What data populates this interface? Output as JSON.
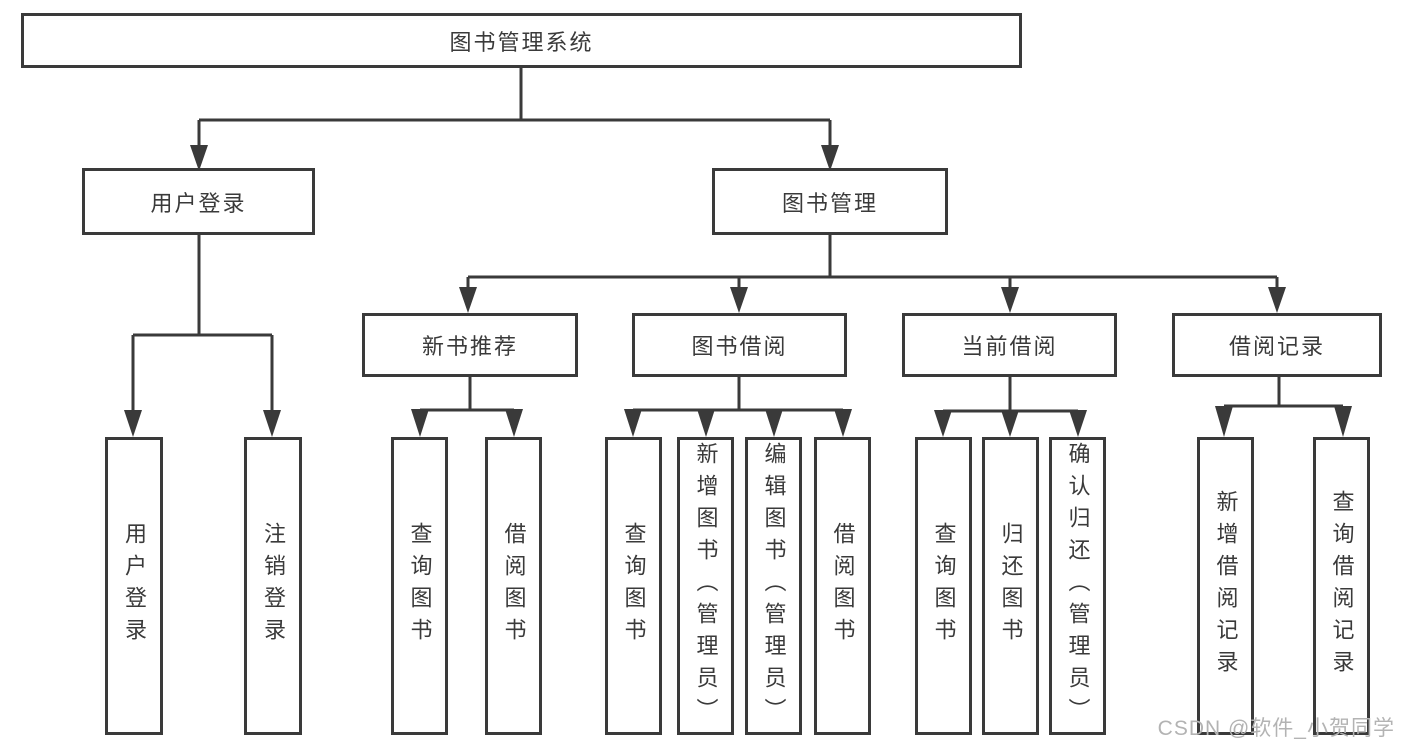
{
  "tree": {
    "root": {
      "label": "图书管理系统"
    },
    "branches": [
      {
        "label": "用户登录",
        "children": [
          {
            "label": "用户登录"
          },
          {
            "label": "注销登录"
          }
        ]
      },
      {
        "label": "图书管理",
        "groups": [
          {
            "label": "新书推荐",
            "children": [
              {
                "label": "查询图书"
              },
              {
                "label": "借阅图书"
              }
            ]
          },
          {
            "label": "图书借阅",
            "children": [
              {
                "label": "查询图书"
              },
              {
                "label": "新增图书（管理员）"
              },
              {
                "label": "编辑图书（管理员）"
              },
              {
                "label": "借阅图书"
              }
            ]
          },
          {
            "label": "当前借阅",
            "children": [
              {
                "label": "查询图书"
              },
              {
                "label": "归还图书"
              },
              {
                "label": "确认归还（管理员）"
              }
            ]
          },
          {
            "label": "借阅记录",
            "children": [
              {
                "label": "新增借阅记录"
              },
              {
                "label": "查询借阅记录"
              }
            ]
          }
        ]
      }
    ]
  },
  "watermark": {
    "text": "CSDN @软件_小贺同学"
  },
  "colors": {
    "line": "#3a3a3a",
    "text": "#3a3a3a",
    "background": "#ffffff",
    "watermark": "#b3b3b3"
  }
}
